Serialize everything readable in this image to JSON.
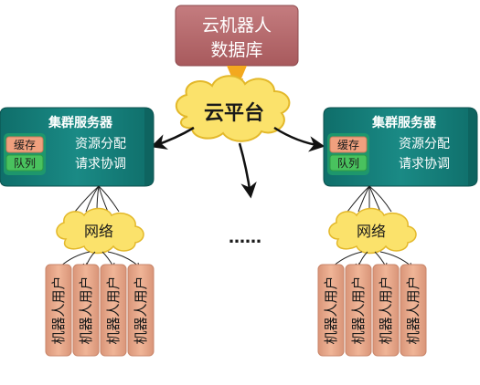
{
  "database": {
    "line1": "云机器人",
    "line2": "数据库"
  },
  "cloud_platform": {
    "label": "云平台"
  },
  "clusters": [
    {
      "title": "集群服务器",
      "cache_label": "缓存",
      "queue_label": "队列",
      "line1": "资源分配",
      "line2": "请求协调"
    },
    {
      "title": "集群服务器",
      "cache_label": "缓存",
      "queue_label": "队列",
      "line1": "资源分配",
      "line2": "请求协调"
    }
  ],
  "networks": [
    {
      "label": "网络"
    },
    {
      "label": "网络"
    }
  ],
  "ellipsis": "……",
  "robot_users": [
    [
      "机器人用户",
      "机器人用户",
      "机器人用户",
      "机器人用户"
    ],
    [
      "机器人用户",
      "机器人用户",
      "机器人用户",
      "机器人用户"
    ]
  ],
  "colors": {
    "database_fill": "#b96a6d",
    "database_text": "#ffffff",
    "cloud_fill": "#fbe26b",
    "cloud_stroke": "#e3b82a",
    "connector_orange": "#f3a81e",
    "cluster_fill": "#137b77",
    "cluster_side": "#0d5c59",
    "cache_fill": "#f0a07e",
    "queue_fill": "#49c25e",
    "robot_fill": "#e8a889",
    "robot_stroke": "#c9866a",
    "text_dark": "#1a1a1a"
  }
}
